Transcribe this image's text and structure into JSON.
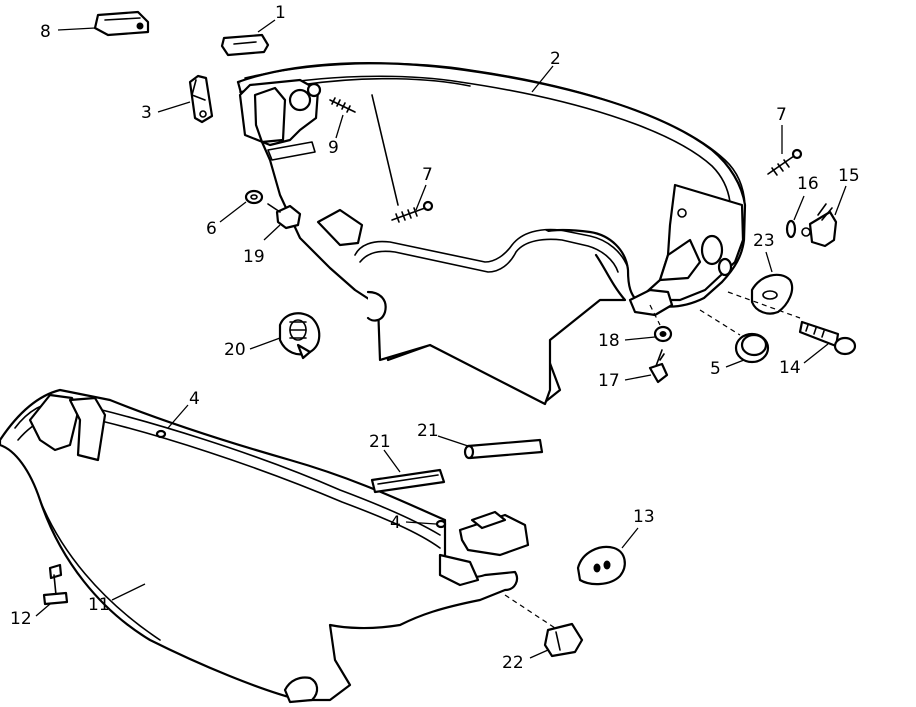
{
  "callouts": {
    "c1": "1",
    "c2": "2",
    "c3": "3",
    "c4a": "4",
    "c4b": "4",
    "c5": "5",
    "c6": "6",
    "c7a": "7",
    "c7b": "7",
    "c8": "8",
    "c9": "9",
    "c11": "11",
    "c12": "12",
    "c13": "13",
    "c14": "14",
    "c15": "15",
    "c16": "16",
    "c17": "17",
    "c18": "18",
    "c19": "19",
    "c20": "20",
    "c21a": "21",
    "c21b": "21",
    "c22": "22",
    "c23": "23"
  }
}
